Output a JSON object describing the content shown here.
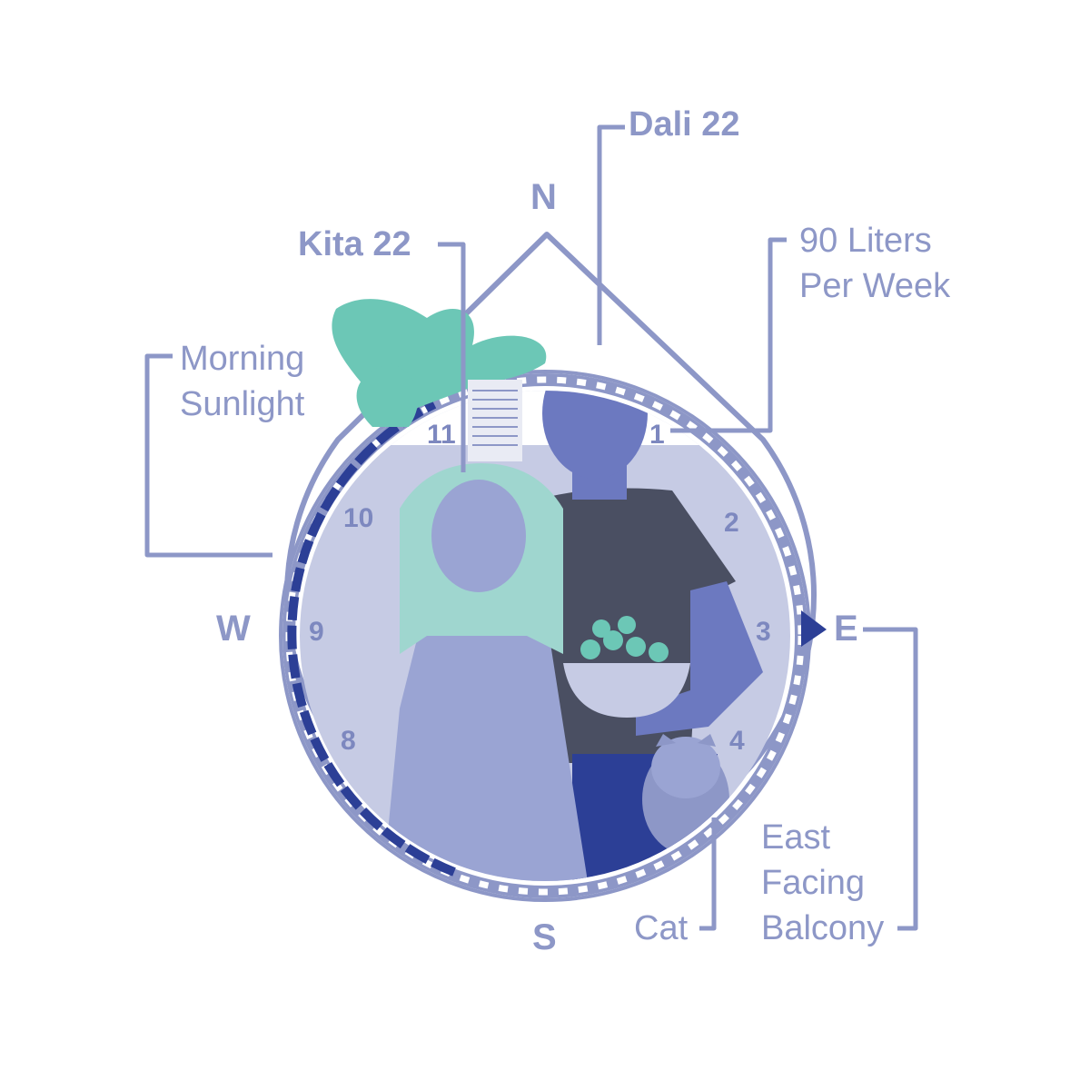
{
  "compass": {
    "north": "N",
    "south": "S",
    "east": "E",
    "west": "W",
    "hours": [
      "1",
      "2",
      "3",
      "4",
      "8",
      "9",
      "10",
      "11"
    ]
  },
  "callouts": {
    "dali": "Dali 22",
    "kita": "Kita 22",
    "water_line1": "90 Liters",
    "water_line2": "Per Week",
    "sun_line1": "Morning",
    "sun_line2": "Sunlight",
    "cat": "Cat",
    "balcony_line1": "East",
    "balcony_line2": "Facing",
    "balcony_line3": "Balcony"
  },
  "colors": {
    "outline": "#8d97c7",
    "dark_blue": "#2c3f96",
    "face_fill": "#c6cbe4",
    "plant_teal": "#6cc7b6",
    "shirt": "#4a4f62",
    "skin": "#6c79c0"
  }
}
